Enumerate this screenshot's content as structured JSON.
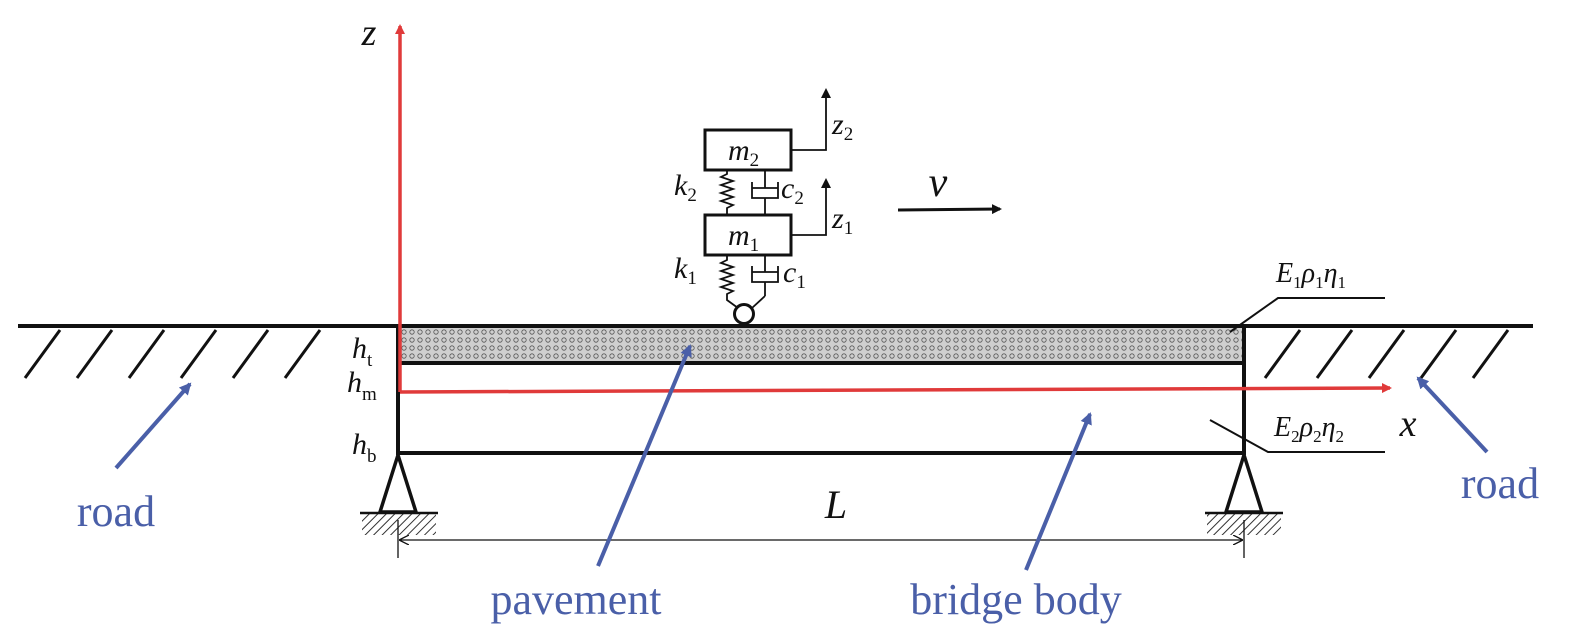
{
  "axes": {
    "z_label": "z",
    "x_label": "x",
    "axis_color": "#e03a3a"
  },
  "vehicle": {
    "upper_mass_symbol": "m",
    "upper_mass_subscript": "2",
    "lower_mass_symbol": "m",
    "lower_mass_subscript": "1",
    "upper_spring_symbol": "k",
    "upper_spring_subscript": "2",
    "lower_spring_symbol": "k",
    "lower_spring_subscript": "1",
    "upper_damper_symbol": "c",
    "upper_damper_subscript": "2",
    "lower_damper_symbol": "c",
    "lower_damper_subscript": "1",
    "upper_disp_symbol": "z",
    "upper_disp_subscript": "2",
    "lower_disp_symbol": "z",
    "lower_disp_subscript": "1",
    "velocity_symbol": "v"
  },
  "layers": {
    "ht_symbol": "h",
    "ht_subscript": "t",
    "hm_symbol": "h",
    "hm_subscript": "m",
    "hb_symbol": "h",
    "hb_subscript": "b"
  },
  "materials": {
    "layer1": {
      "E": "E",
      "rho": "ρ",
      "eta": "η",
      "sub": "1"
    },
    "layer2": {
      "E": "E",
      "rho": "ρ",
      "eta": "η",
      "sub": "2"
    }
  },
  "span_symbol": "L",
  "callouts": {
    "road_left": "road",
    "road_right": "road",
    "pavement": "pavement",
    "bridge_body": "bridge body",
    "callout_color": "#4a5fa8"
  }
}
